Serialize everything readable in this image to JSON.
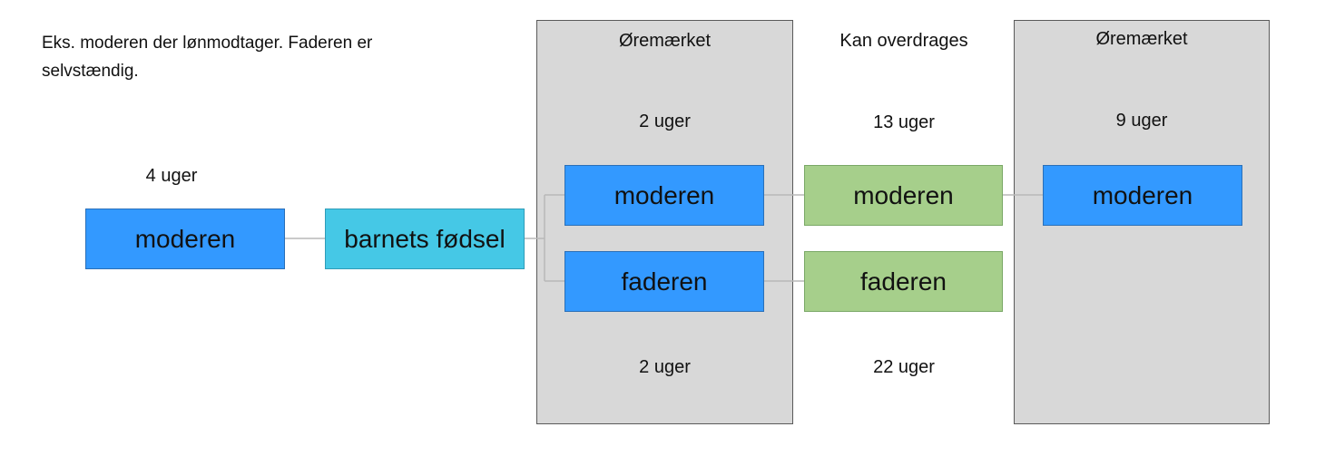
{
  "intro": "Eks. moderen der lønmodtager. Faderen er\nselvstændig.",
  "before_birth": {
    "weeks": "4 uger",
    "box": "moderen"
  },
  "birth": {
    "box": "barnets fødsel"
  },
  "earmarked_first": {
    "header": "Øremærket",
    "mother_weeks": "2 uger",
    "mother_box": "moderen",
    "father_box": "faderen",
    "father_weeks": "2 uger"
  },
  "transferable": {
    "header": "Kan overdrages",
    "mother_weeks": "13 uger",
    "mother_box": "moderen",
    "father_box": "faderen",
    "father_weeks": "22 uger"
  },
  "earmarked_second": {
    "header": "Øremærket",
    "mother_weeks": "9 uger",
    "mother_box": "moderen"
  },
  "colors": {
    "parent_box": "#3399ff",
    "birth_box": "#45c8e6",
    "transferable_box": "#a6cf8b",
    "panel": "#d8d8d8"
  }
}
